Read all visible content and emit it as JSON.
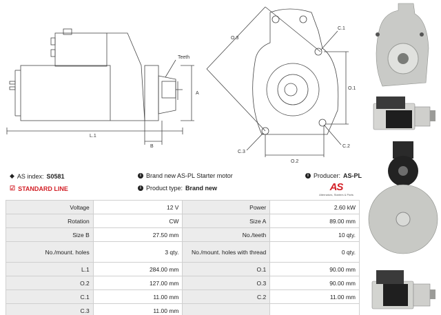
{
  "drawing_labels": {
    "teeth": "Teeth",
    "a": "A",
    "b": "B",
    "l1": "L.1",
    "o3": "O.3",
    "o1": "O.1",
    "o2": "O.2",
    "c1": "C.1",
    "c2": "C.2",
    "c3": "C.3"
  },
  "info": {
    "as_index_label": "AS index:",
    "as_index_value": "S0581",
    "standard_line": "STANDARD LINE",
    "description": "Brand new AS-PL Starter motor",
    "product_type_label": "Product type:",
    "product_type_value": "Brand new",
    "producer_label": "Producer:",
    "producer_value": "AS-PL"
  },
  "logo": {
    "mark": "AS",
    "sub": "Alternators, Starters & Parts"
  },
  "specs": [
    [
      "Voltage",
      "12 V",
      "Power",
      "2.60 kW"
    ],
    [
      "Rotation",
      "CW",
      "Size A",
      "89.00 mm"
    ],
    [
      "Size B",
      "27.50 mm",
      "No./teeth",
      "10 qty."
    ],
    [
      "No./mount. holes",
      "3 qty.",
      "No./mount. holes with thread",
      "0 qty."
    ],
    [
      "L.1",
      "284.00 mm",
      "O.1",
      "90.00 mm"
    ],
    [
      "O.2",
      "127.00 mm",
      "O.3",
      "90.00 mm"
    ],
    [
      "C.1",
      "11.00 mm",
      "C.2",
      "11.00 mm"
    ],
    [
      "C.3",
      "11.00 mm",
      "",
      ""
    ]
  ],
  "colors": {
    "brand_red": "#d32027",
    "label_bg": "#ececec",
    "line": "#444444"
  }
}
